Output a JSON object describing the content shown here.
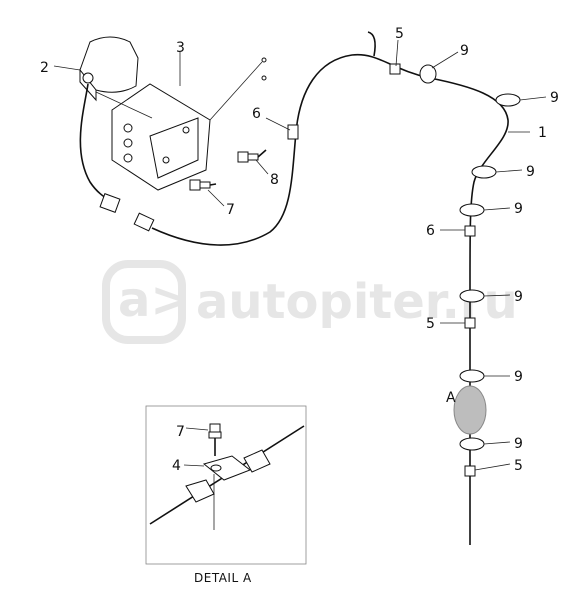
{
  "watermark": {
    "text": "autopiter.ru",
    "logo_mark": "a>"
  },
  "callouts": {
    "c1": "1",
    "c2": "2",
    "c3": "3",
    "c5a": "5",
    "c5b": "5",
    "c5c": "5",
    "c6a": "6",
    "c6b": "6",
    "c7": "7",
    "c8": "8",
    "c9a": "9",
    "c9b": "9",
    "c9c": "9",
    "c9d": "9",
    "c9e": "9",
    "c9f": "9",
    "c9g": "9",
    "detail_marker": "A"
  },
  "detail": {
    "title": "DETAIL  A",
    "c7": "7",
    "c4": "4"
  }
}
